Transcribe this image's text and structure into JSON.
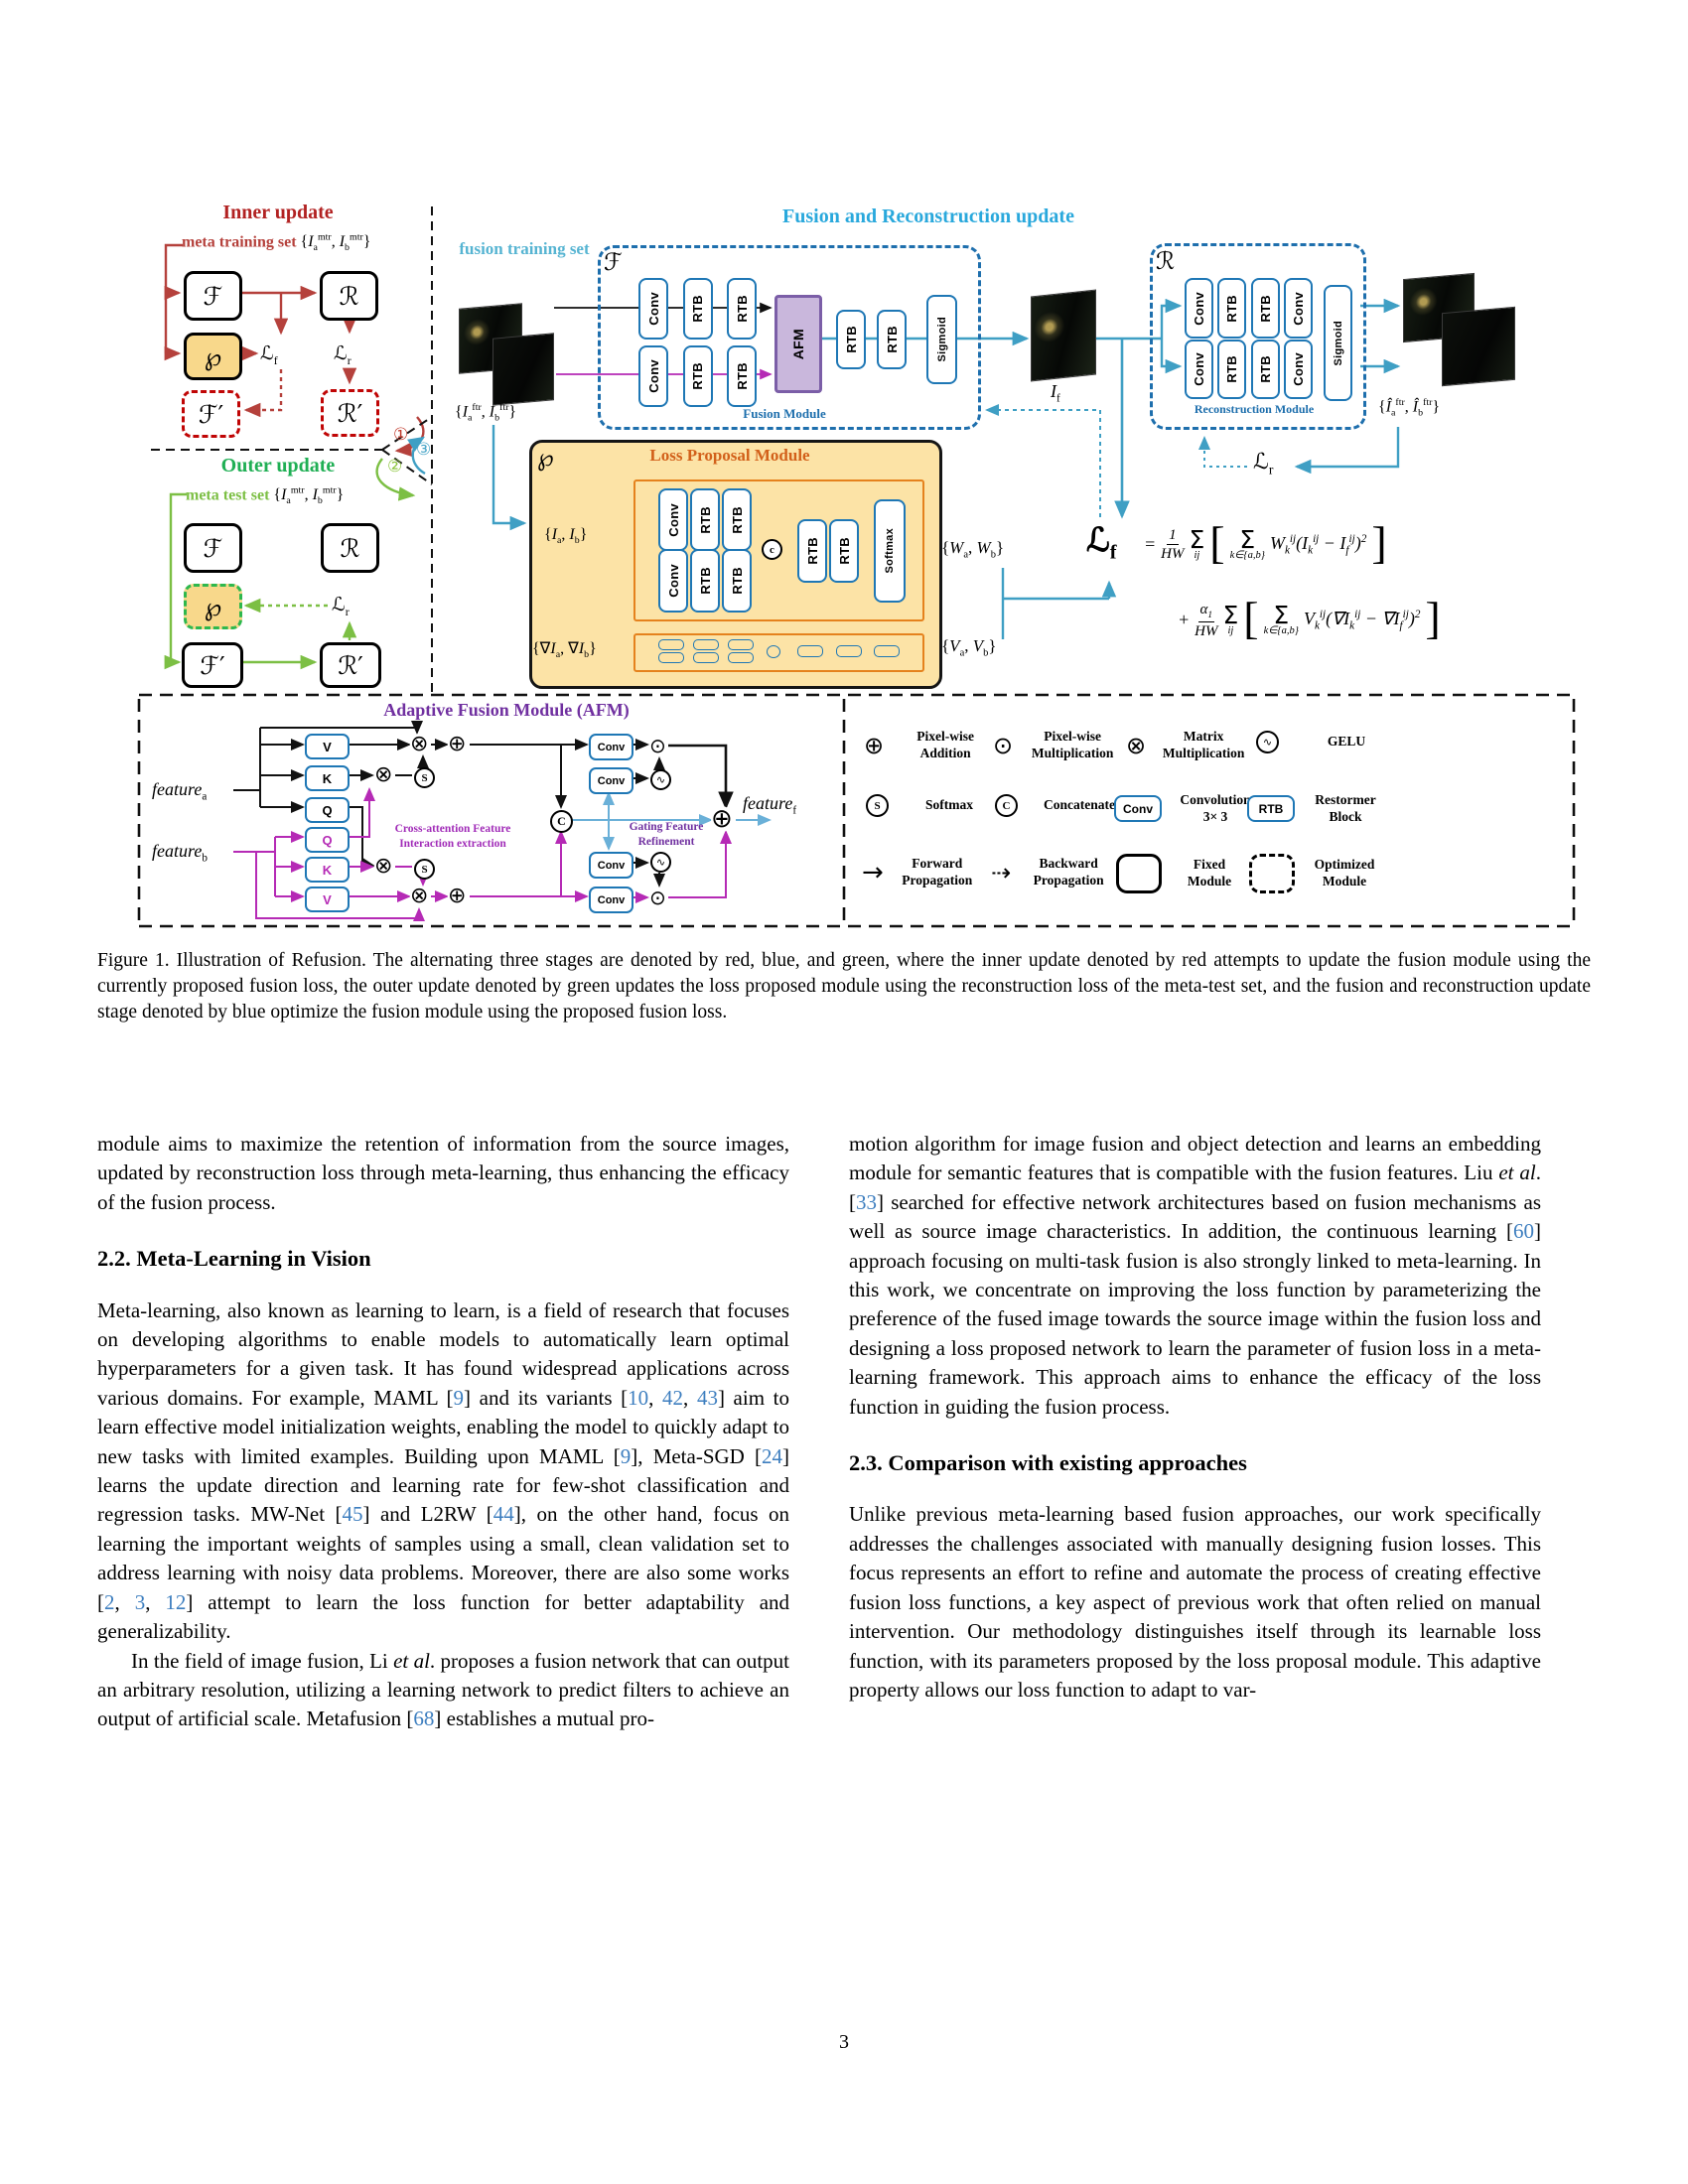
{
  "figure": {
    "inner": {
      "title": "Inner update",
      "set_label": "meta training set",
      "set_math": "{*I*_{a}^{mtr}, *I*_{b}^{mtr}}",
      "F": "ℱ",
      "R": "ℛ",
      "P": "℘",
      "Fp": "ℱ′",
      "Rp": "ℛ′",
      "Lf": "ℒ_{f}",
      "Lr": "ℒ_{r}"
    },
    "outer": {
      "title": "Outer update",
      "set_label": "meta test set",
      "set_math": "{*I*_{a}^{mtr}, *I*_{b}^{mtr}}",
      "F": "ℱ",
      "R": "ℛ",
      "P": "℘",
      "Fp": "ℱ′",
      "Rp": "ℛ′",
      "Lr": "ℒ_{r}"
    },
    "steps": {
      "s1": "①",
      "s2": "②",
      "s3": "③"
    },
    "fusion_stage": {
      "title": "Fusion and Reconstruction update",
      "training_set_label": "fusion training set",
      "input_math": "{*I*_{a}^{ftr}, *I*_{b}^{ftr}}",
      "fusion_module": {
        "symbol": "ℱ",
        "caption": "Fusion Module",
        "row_a": [
          "Conv",
          "RTB",
          "RTB"
        ],
        "row_b": [
          "Conv",
          "RTB",
          "RTB"
        ],
        "afm": "AFM",
        "tail": [
          "RTB",
          "RTB"
        ],
        "sigmoid": "Sigmoid"
      },
      "fused_label": "*I*_{f}",
      "recon_module": {
        "symbol": "ℛ",
        "caption": "Reconstruction Module",
        "row_a": [
          "Conv",
          "RTB",
          "RTB",
          "Conv"
        ],
        "row_b": [
          "Conv",
          "RTB",
          "RTB",
          "Conv"
        ],
        "sigmoid": "Sigmoid"
      },
      "output_math": "{*Î*_{a}^{ftr}, *Î*_{b}^{ftr}}",
      "Lr": "ℒ_{r}"
    },
    "loss_module": {
      "symbol": "℘",
      "title": "Loss Proposal Module",
      "input1": "{*I*_{a}, *I*_{b}}",
      "input2": "{∇*I*_{a}, ∇*I*_{b}}",
      "row_a": [
        "Conv",
        "RTB",
        "RTB"
      ],
      "row_b": [
        "Conv",
        "RTB",
        "RTB"
      ],
      "concat": "c",
      "tail": [
        "RTB",
        "RTB"
      ],
      "softmax": "Softmax",
      "out1": "{*W*_{a}, *W*_{b}}",
      "out2": "{*V*_{a}, *V*_{b}}"
    },
    "formula": {
      "lhs": "ℒ_{f}",
      "eq": "=",
      "f1n": "1",
      "f1d": "HW",
      "sum": "Σ",
      "s1": "ij",
      "s2": "k∈{a,b}",
      "t1": "*W*_{k}^{ij}(*I*_{k}^{ij} − *I*_{f}^{ij})^{2}",
      "plus": "+",
      "f2n": "α_{1}",
      "f2d": "HW",
      "t2": "*V*_{k}^{ij}(∇*I*_{k}^{ij} − ∇*I*_{f}^{ij})^{2}",
      "lb": "[",
      "rb": "]"
    },
    "afm": {
      "title": "Adaptive Fusion Module  (AFM)",
      "feature_a": "*feature*_{a}",
      "feature_b": "*feature*_{b}",
      "feature_f": "*feature*_{f}",
      "qkv_a": [
        "V",
        "K",
        "Q"
      ],
      "qkv_b": [
        "Q",
        "K",
        "V"
      ],
      "conv": "Conv",
      "cross_label": "Cross-attention Feature\nInteraction extraction",
      "gating_label": "Gating Feature\nRefinement"
    },
    "legend": {
      "items": [
        {
          "icon": "⊕",
          "label": "Pixel-wise\nAddition"
        },
        {
          "icon": "⊙",
          "label": "Pixel-wise\nMultiplication"
        },
        {
          "icon": "⊗",
          "label": "Matrix\nMultiplication"
        },
        {
          "icon": "∿",
          "label": "GELU"
        },
        {
          "icon": "S",
          "label": "Softmax"
        },
        {
          "icon": "C",
          "label": "Concatenate"
        },
        {
          "icon": "Conv",
          "label": "Convolution\n3× 3"
        },
        {
          "icon": "RTB",
          "label": "Restormer\nBlock"
        },
        {
          "icon": "→",
          "label": "Forward\nPropagation"
        },
        {
          "icon": "⇢",
          "label": "Backward\nPropagation"
        },
        {
          "icon": "",
          "label": "Fixed\nModule"
        },
        {
          "icon": "",
          "label": "Optimized\nModule"
        }
      ]
    }
  },
  "caption": "Figure 1. Illustration of Refusion. The alternating three stages are denoted by red, blue, and green, where the inner update denoted by red attempts to update the fusion module using the currently proposed fusion loss, the outer update denoted by green updates the loss proposed module using the reconstruction loss of the meta-test set, and the fusion and reconstruction update stage denoted by blue optimize the fusion module using the proposed fusion loss.",
  "left_column": {
    "para1": "module aims to maximize the retention of information from the source images, updated by reconstruction loss through meta-learning, thus enhancing the efficacy of the fusion process.",
    "heading": "2.2. Meta-Learning in Vision",
    "para2": "Meta-learning, also known as learning to learn, is a field of research that focuses on developing algorithms to enable models to automatically learn optimal hyperparameters for a given task. It has found widespread applications across various domains. For example, MAML [9] and its variants [10, 42, 43] aim to learn effective model initialization weights, enabling the model to quickly adapt to new tasks with limited examples. Building upon MAML [9], Meta-SGD [24] learns the update direction and learning rate for few-shot classification and regression tasks. MW-Net [45] and L2RW [44], on the other hand, focus on learning the important weights of samples using a small, clean validation set to address learning with noisy data problems. Moreover, there are also some works [2, 3, 12] attempt to learn the loss function for better adaptability and generalizability.",
    "para3": "In the field of image fusion, Li *et al*. proposes a fusion network that can output an arbitrary resolution, utilizing a learning network to predict filters to achieve an output of artificial scale. Metafusion [68] establishes a mutual pro-"
  },
  "right_column": {
    "para1": "motion algorithm for image fusion and object detection and learns an embedding module for semantic features that is compatible with the fusion features. Liu *et al*. [33] searched for effective network architectures based on fusion mechanisms as well as source image characteristics. In addition, the continuous learning [60] approach focusing on multi-task fusion is also strongly linked to meta-learning. In this work, we concentrate on improving the loss function by parameterizing the preference of the fused image towards the source image within the fusion loss and designing a loss proposed network to learn the parameter of fusion loss in a meta-learning framework. This approach aims to enhance the efficacy of the loss function in guiding the fusion process.",
    "heading": "2.3. Comparison with existing approaches",
    "para2": "Unlike previous meta-learning based fusion approaches, our work specifically addresses the challenges associated with manually designing fusion losses. This focus represents an effort to refine and automate the process of creating effective fusion loss functions, a key aspect of previous work that often relied on manual intervention. Our methodology distinguishes itself through its learnable loss function, with its parameters proposed by the loss proposal module. This adaptive property allows our loss function to adapt to var-"
  },
  "page_number": "3"
}
